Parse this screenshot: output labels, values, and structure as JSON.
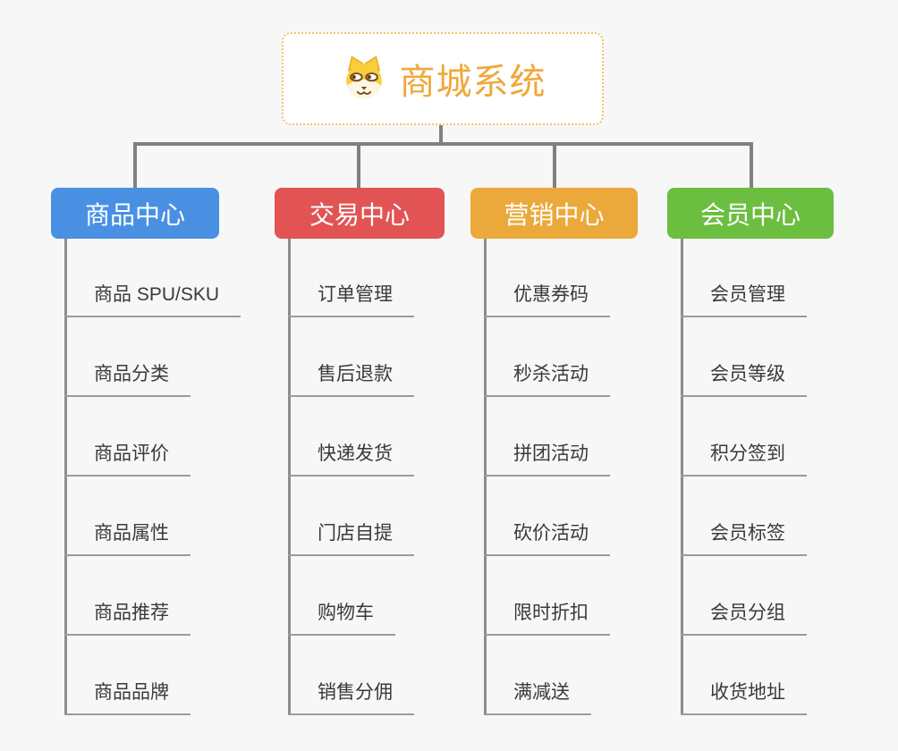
{
  "page": {
    "background_color": "#f7f7f7",
    "connector_color": "#808080",
    "underline_color": "#9b9b9b",
    "subtopic_text_color": "#3a3a3a"
  },
  "root": {
    "title": "商城系统",
    "icon": "dog-face-icon",
    "title_color": "#f0a83a",
    "border_color": "#f3c26c",
    "background": "#ffffff"
  },
  "branches": [
    {
      "label": "商品中心",
      "color": "#4a90e2",
      "items": [
        "商品 SPU/SKU",
        "商品分类",
        "商品评价",
        "商品属性",
        "商品推荐",
        "商品品牌"
      ]
    },
    {
      "label": "交易中心",
      "color": "#e25454",
      "items": [
        "订单管理",
        "售后退款",
        "快递发货",
        "门店自提",
        "购物车",
        "销售分佣"
      ]
    },
    {
      "label": "营销中心",
      "color": "#eba93c",
      "items": [
        "优惠券码",
        "秒杀活动",
        "拼团活动",
        "砍价活动",
        "限时折扣",
        "满减送"
      ]
    },
    {
      "label": "会员中心",
      "color": "#6cbe40",
      "items": [
        "会员管理",
        "会员等级",
        "积分签到",
        "会员标签",
        "会员分组",
        "收货地址"
      ]
    }
  ]
}
